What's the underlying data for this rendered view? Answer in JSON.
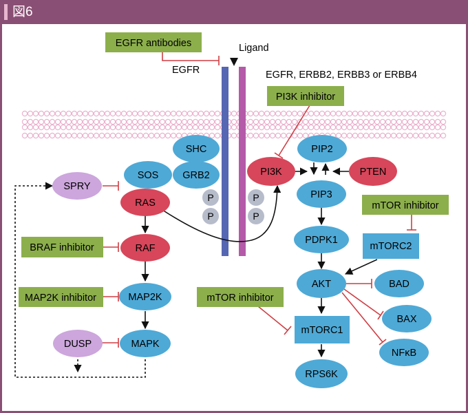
{
  "figure": {
    "title": "図6"
  },
  "labels": {
    "ligand": "Ligand",
    "egfr": "EGFR",
    "receptors": "EGFR, ERBB2, ERBB3 or ERBB4"
  },
  "inhibitors": {
    "egfr_antibodies": "EGFR antibodies",
    "pi3k_inhibitor": "PI3K inhibitor",
    "mtor_inhibitor_right": "mTOR inhibitor",
    "braf_inhibitor": "BRAF inhibitor",
    "map2k_inhibitor": "MAP2K inhibitor",
    "mtor_inhibitor_center": "mTOR inhibitor"
  },
  "nodes": {
    "shc": "SHC",
    "sos": "SOS",
    "grb2": "GRB2",
    "spry": "SPRY",
    "ras": "RAS",
    "raf": "RAF",
    "map2k": "MAP2K",
    "dusp": "DUSP",
    "mapk": "MAPK",
    "pi3k": "PI3K",
    "pip2": "PIP2",
    "pten": "PTEN",
    "pip3": "PIP3",
    "pdpk1": "PDPK1",
    "mtorc2": "mTORC2",
    "akt": "AKT",
    "bad": "BAD",
    "bax": "BAX",
    "mtorc1": "mTORC1",
    "nfkb": "NFκB",
    "rps6k": "RPS6K",
    "p": "P"
  },
  "colors": {
    "header": "#8a4f74",
    "blue_node": "#4ea9d6",
    "red_node": "#d7465a",
    "lilac_node": "#cca6dc",
    "inhibitor_box": "#8caf4c",
    "inhibit_line": "#cf3d42",
    "membrane": "#eab2ce",
    "receptor_blue": "#5566b2",
    "receptor_purple": "#b45aa8",
    "phosphate": "#b7bccb"
  }
}
